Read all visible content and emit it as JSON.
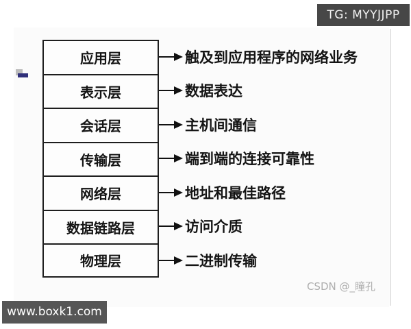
{
  "badges": {
    "telegram_label": "TG: MYYJJPP",
    "website_label": "www.boxk1.com"
  },
  "watermark": {
    "text": "CSDN @_瞳孔"
  },
  "diagram": {
    "layers": [
      {
        "name": "应用层",
        "description": "触及到应用程序的网络业务"
      },
      {
        "name": "表示层",
        "description": "数据表达"
      },
      {
        "name": "会话层",
        "description": "主机间通信"
      },
      {
        "name": "传输层",
        "description": "端到端的连接可靠性"
      },
      {
        "name": "网络层",
        "description": "地址和最佳路径"
      },
      {
        "name": "数据链路层",
        "description": "访问介质"
      },
      {
        "name": "物理层",
        "description": "二进制传输"
      }
    ],
    "colors": {
      "box_border": "#1e1e1e",
      "arrow": "#111111",
      "badge_background": "#474747",
      "badge_text": "#ffffff",
      "watermark_text": "#adadad",
      "cursor_navy": "#30307a",
      "page_edge_line": "#e4e4e4"
    }
  }
}
